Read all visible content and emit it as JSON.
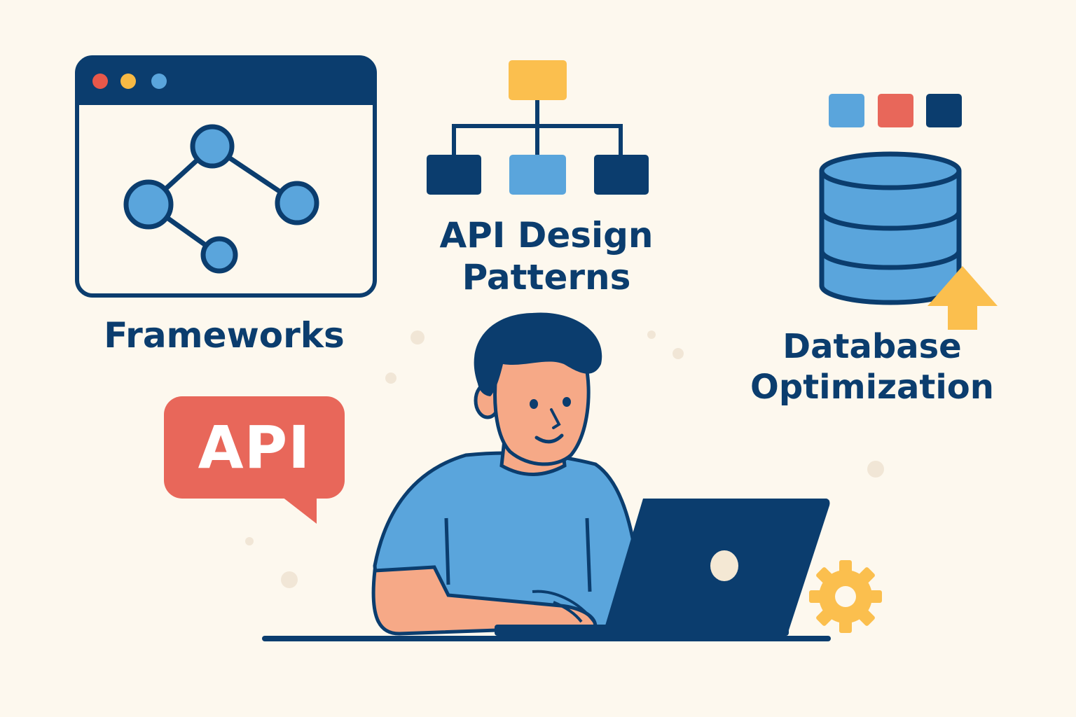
{
  "labels": {
    "frameworks": "Frameworks",
    "api_design_line1": "API Design",
    "api_design_line2": "Patterns",
    "database_line1": "Database",
    "database_line2": "Optimization"
  },
  "speech_bubble": {
    "text": "API"
  },
  "icons": [
    "browser-window-icon",
    "network-graph-icon",
    "hierarchy-diagram-icon",
    "color-swatches-icon",
    "database-icon",
    "up-arrow-icon",
    "laptop-icon",
    "gear-icon"
  ],
  "colors": {
    "background": "#fdf8ee",
    "navy": "#0b3d6e",
    "blue": "#5aa5dc",
    "coral": "#e8675a",
    "yellow": "#fbbf4e",
    "skin": "#f6a987",
    "dot_red": "#e8584a",
    "dot_yellow": "#f7b944"
  }
}
